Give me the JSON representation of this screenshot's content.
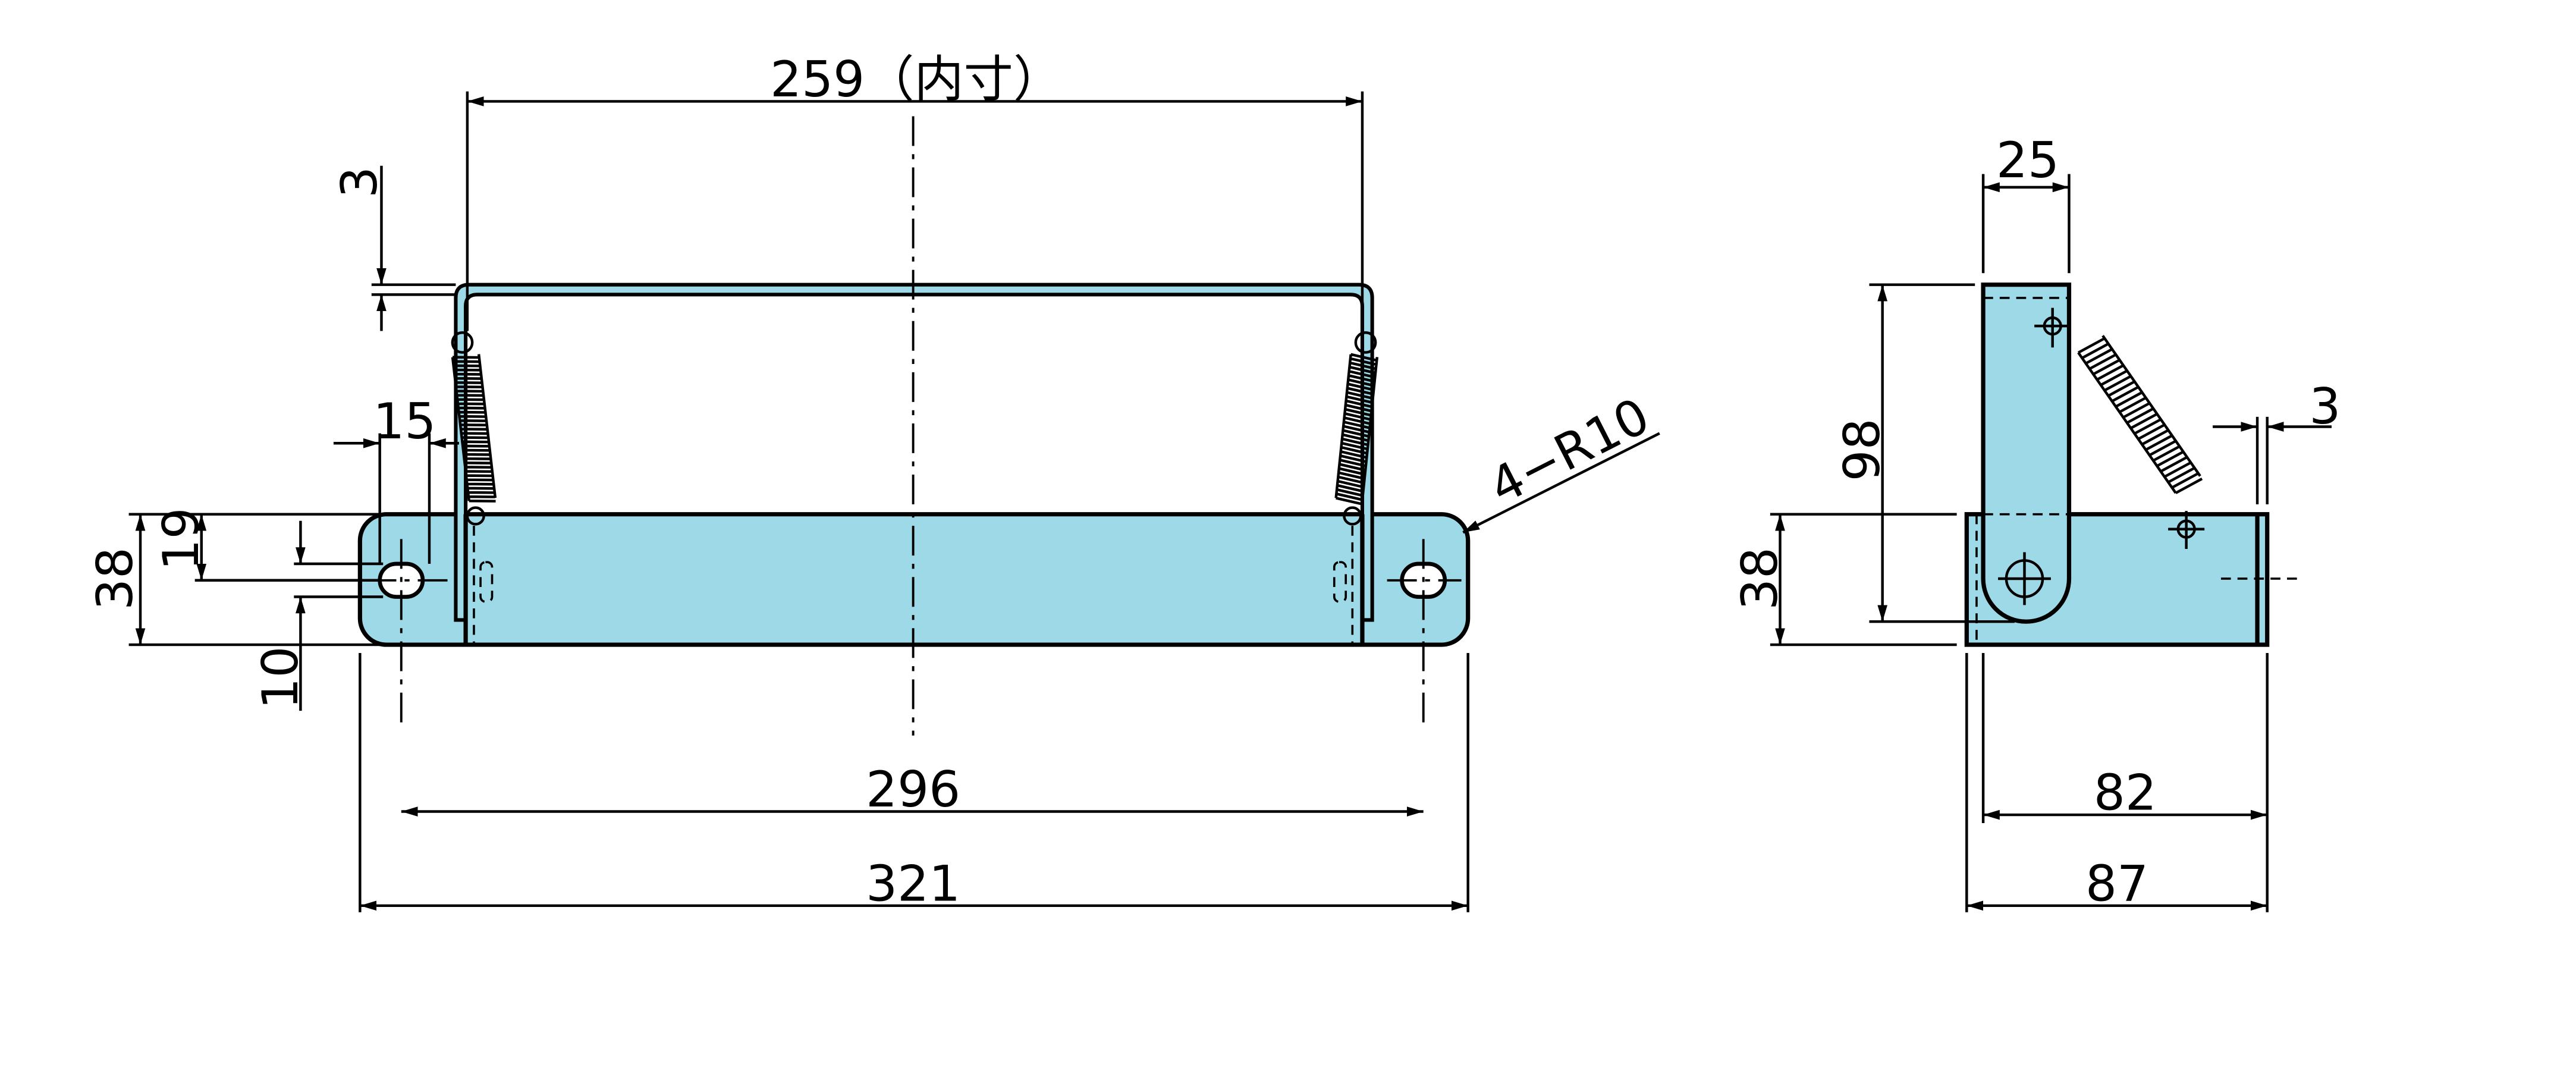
{
  "colors": {
    "part_fill": "#9ed9e8",
    "line": "#000000"
  },
  "front_view": {
    "dim_inner_width": "259（内寸）",
    "dim_wire_thickness": "3",
    "dim_slot_length": "15",
    "dim_height": "38",
    "dim_slot_offset": "19",
    "dim_slot_width": "10",
    "dim_hole_pitch": "296",
    "dim_overall_length": "321",
    "corner_radius_note": "4−R10"
  },
  "side_view": {
    "dim_arm_width": "25",
    "dim_arm_height": "98",
    "dim_base_height": "38",
    "dim_plate_thickness": "3",
    "dim_depth_inner": "82",
    "dim_depth_overall": "87"
  }
}
